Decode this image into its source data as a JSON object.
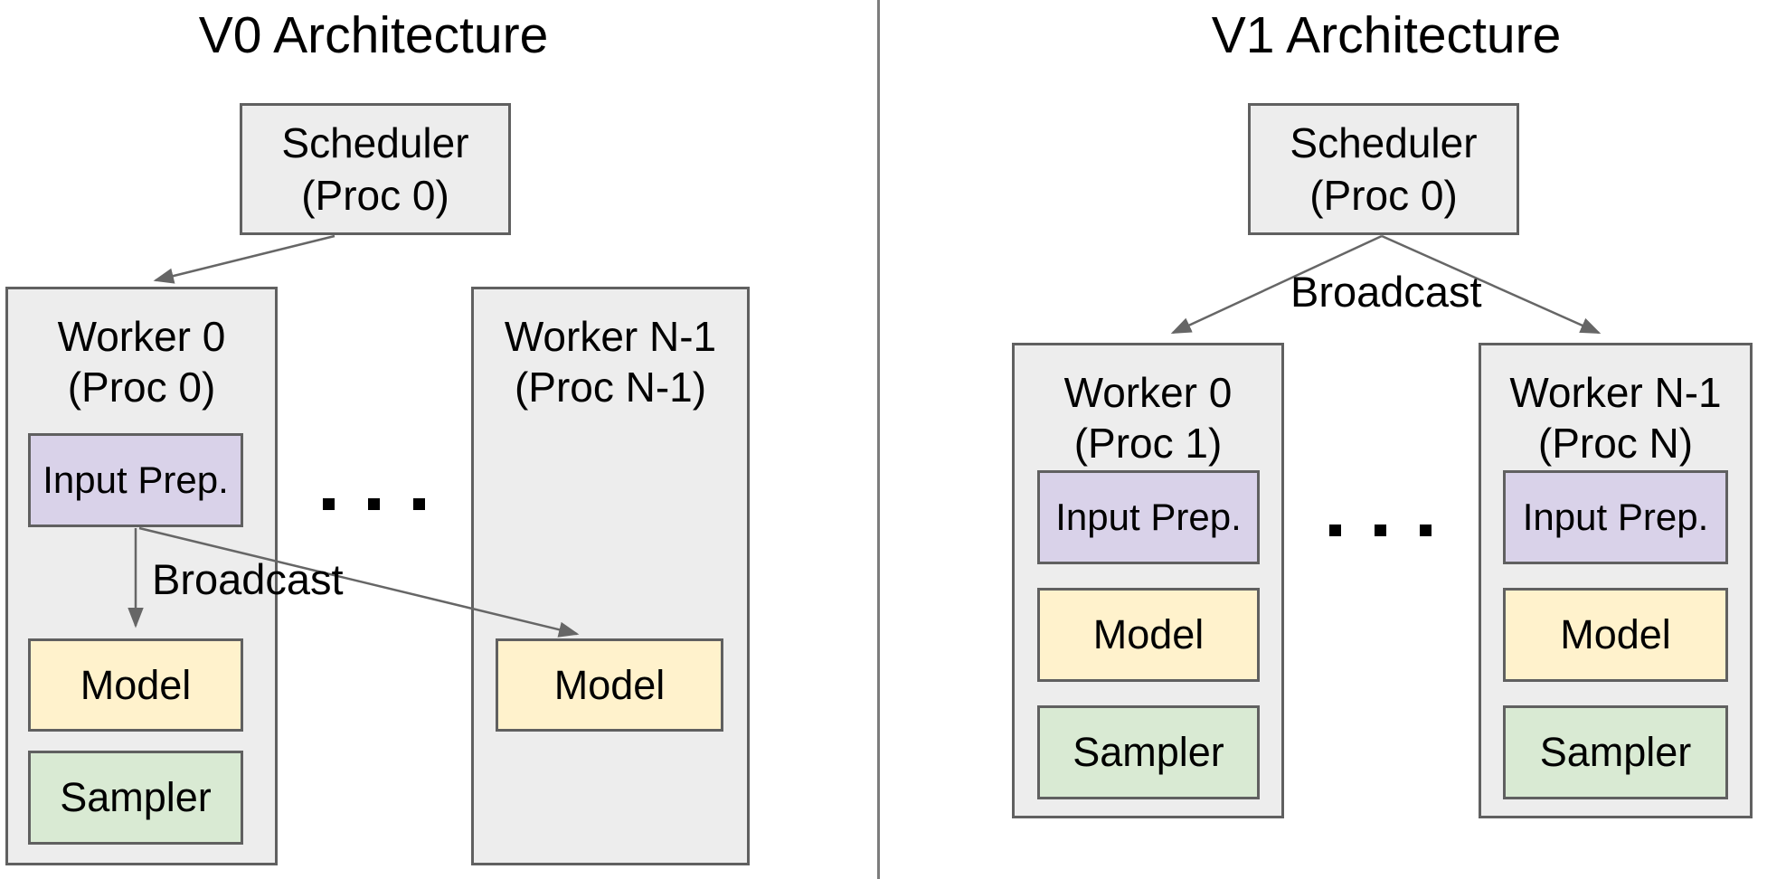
{
  "palette": {
    "container_fill": "#ededed",
    "container_border": "#606060",
    "input_prep_fill": "#d9d2e9",
    "model_fill": "#fff2cc",
    "sampler_fill": "#d9ead3",
    "arrow_color": "#666666",
    "divider_color": "#7d7d7d",
    "text_color": "#000000"
  },
  "v0": {
    "title": "V0 Architecture",
    "scheduler": {
      "line1": "Scheduler",
      "line2": "(Proc 0)"
    },
    "broadcast_label": "Broadcast",
    "ellipsis": ". . .",
    "worker0": {
      "line1": "Worker 0",
      "line2": "(Proc 0)",
      "input_prep": "Input Prep.",
      "model": "Model",
      "sampler": "Sampler"
    },
    "workerN": {
      "line1": "Worker N-1",
      "line2": "(Proc N-1)",
      "model": "Model"
    }
  },
  "v1": {
    "title": "V1 Architecture",
    "scheduler": {
      "line1": "Scheduler",
      "line2": "(Proc 0)"
    },
    "broadcast_label": "Broadcast",
    "ellipsis": ". . .",
    "worker0": {
      "line1": "Worker 0",
      "line2": "(Proc 1)",
      "input_prep": "Input Prep.",
      "model": "Model",
      "sampler": "Sampler"
    },
    "workerN": {
      "line1": "Worker N-1",
      "line2": "(Proc N)",
      "input_prep": "Input Prep.",
      "model": "Model",
      "sampler": "Sampler"
    }
  }
}
